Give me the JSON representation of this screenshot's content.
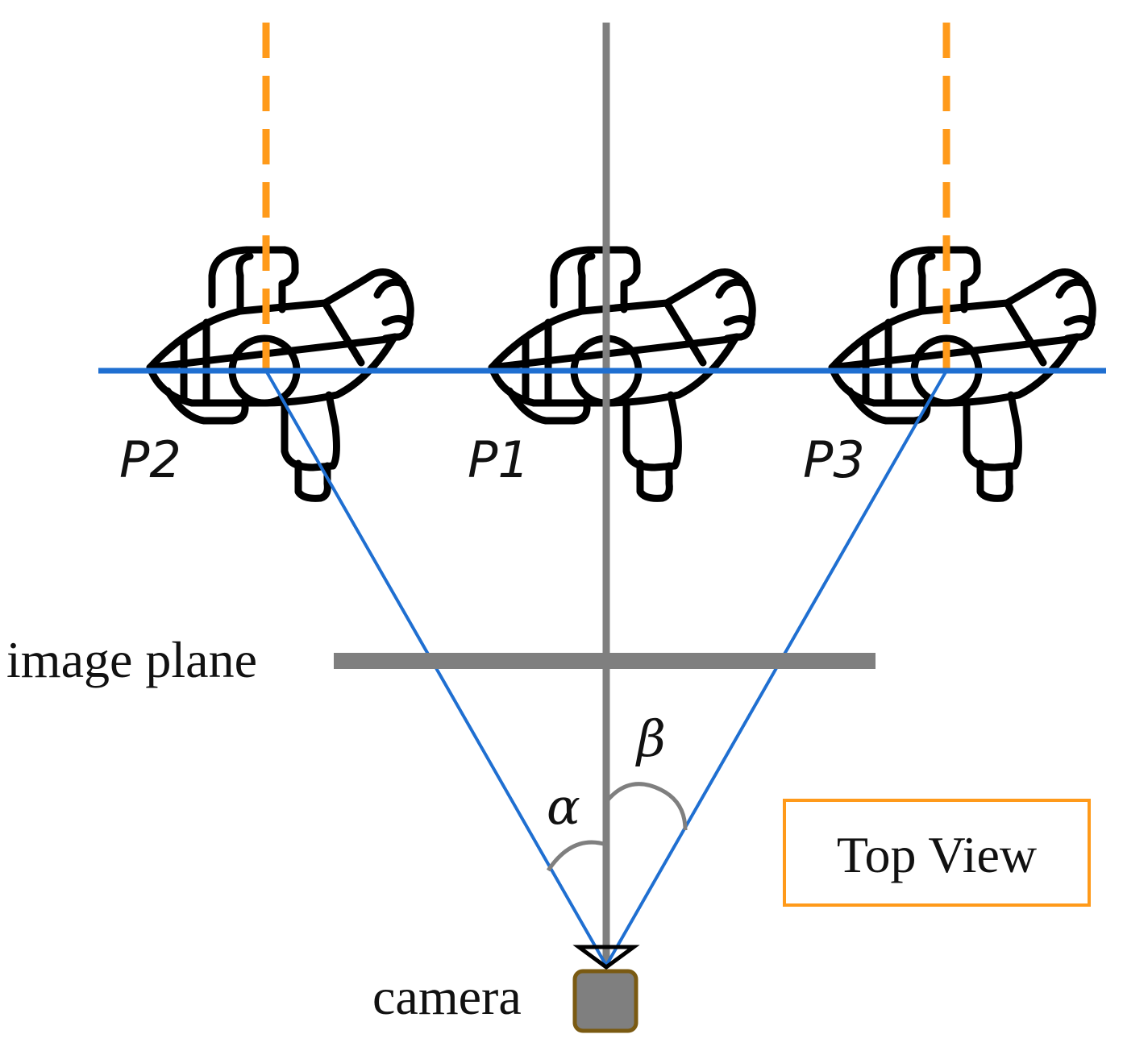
{
  "positions": [
    {
      "id": "p2",
      "label": "P2"
    },
    {
      "id": "p1",
      "label": "P1"
    },
    {
      "id": "p3",
      "label": "P3"
    }
  ],
  "labels": {
    "image_plane": "image plane",
    "camera": "camera",
    "alpha": "α",
    "beta": "β",
    "top_view": "Top View"
  },
  "colors": {
    "blue_line": "#1f6fd1",
    "gray_line": "#7f7f7f",
    "orange_dashed": "#ff9a1a",
    "box_border": "#ff9a1a",
    "camera_fill": "#7f7f7f",
    "camera_border": "#7a5a12"
  },
  "icons": [
    "person-top-view-icon",
    "camera-icon"
  ]
}
